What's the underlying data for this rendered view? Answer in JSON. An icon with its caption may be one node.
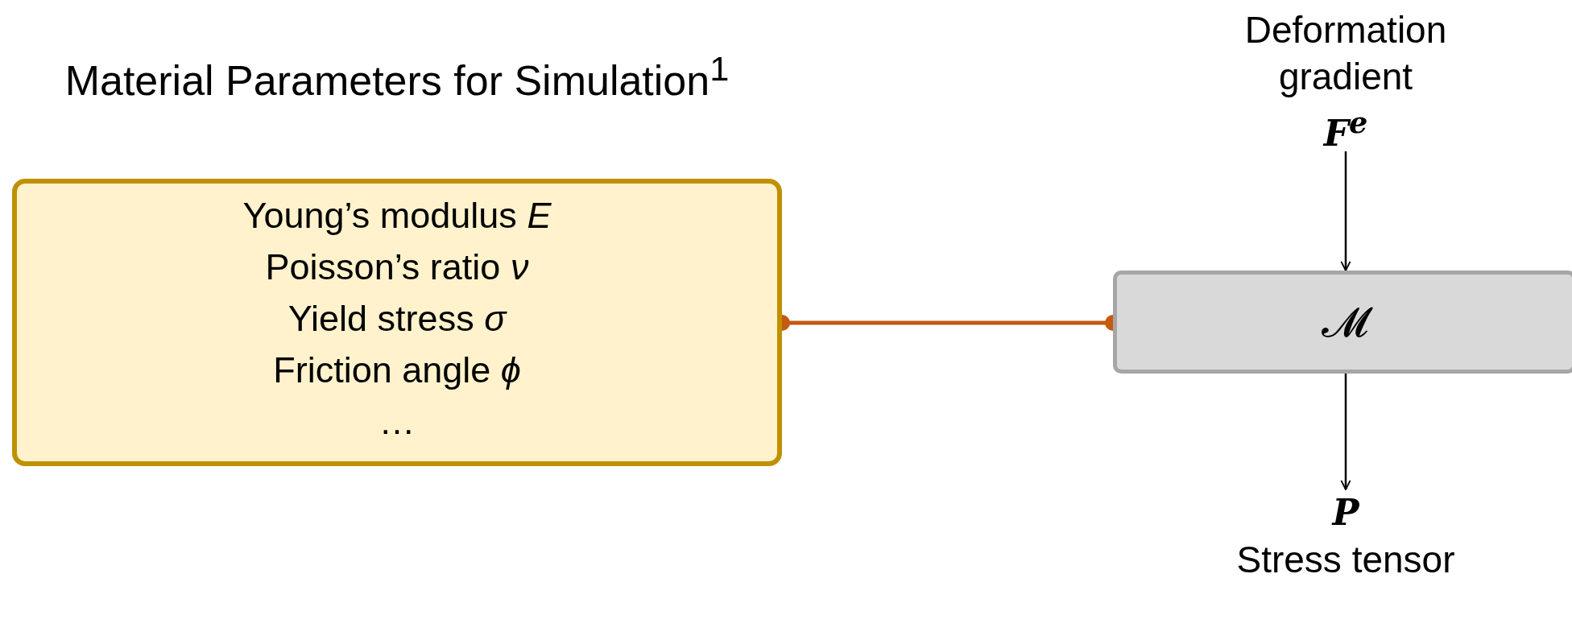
{
  "diagram": {
    "nodes": [
      {
        "text": [
          "Material Parameters for Simulation$^{1}$",
          "Young’s modulus *E*",
          "Poisson’s ratio *ν*",
          "Yield stress *σ*",
          "Friction angle *ϕ*",
          "…"
        ]
      },
      {
        "text": [
          "𝓜"
        ]
      },
      {
        "text": [
          "Deformation gradient",
          "F$^{e}$"
        ]
      },
      {
        "text": [
          "P",
          "Stress tensor"
        ]
      }
    ],
    "edges": [
      {
        "from": 0,
        "to": 1,
        "arrow": "other",
        "color": "#c55a11"
      },
      {
        "from": 2,
        "to": 1,
        "arrow": "to"
      },
      {
        "from": 1,
        "to": 3,
        "arrow": "to"
      }
    ]
  }
}
